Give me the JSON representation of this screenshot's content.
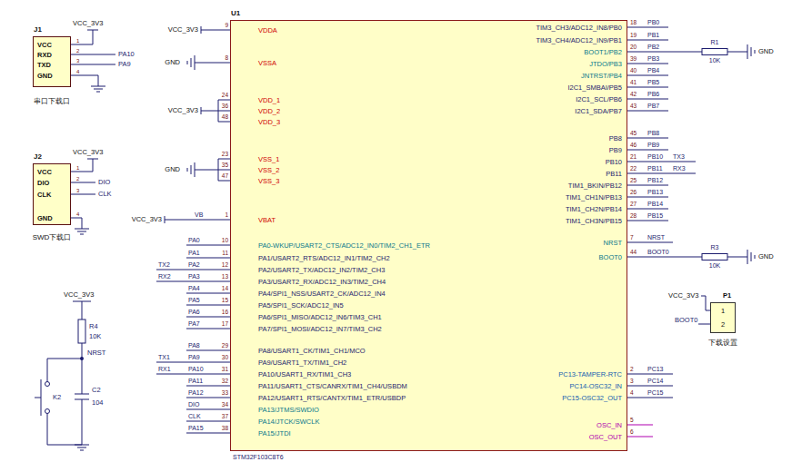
{
  "diagram": {
    "nodes": [
      {
        "text": [
          "J1",
          "VCC",
          "RXD",
          "TXD",
          "GND"
        ]
      },
      {
        "text": [
          "J2",
          "VCC",
          "DIO",
          "CLK",
          "GND"
        ]
      },
      {
        "text": [
          "U1",
          "VDDA",
          "VSSA",
          "VDD_1",
          "VDD_2",
          "VDD_3",
          "VSS_1",
          "VSS_2",
          "VSS_3",
          "VBAT",
          "PA0-WKUP/USART2_CTS/ADC12_IN0/TIM2_CH1_ETR",
          "PA1/USART2_RTS/ADC12_IN1/TIM2_CH2",
          "PA2/USART2_TX/ADC12_IN2/TIM2_CH3",
          "PA3/USART2_RX/ADC12_IN3/TIM2_CH4",
          "PA4/SPI1_NSS/USART2_CK/ADC12_IN4",
          "PA5/SPI1_SCK/ADC12_IN5",
          "PA6/SPI1_MISO/ADC12_IN6/TIM3_CH1",
          "PA7/SPI1_MOSI/ADC12_IN7/TIM3_CH2",
          "PA8/USART1_CK/TIM1_CH1/MCO",
          "PA9/USART1_TX/TIM1_CH2",
          "PA10/USART1_RX/TIM1_CH3",
          "PA11/USART1_CTS/CANRX/TIM1_CH4/USBDM",
          "PA12/USART1_RTS/CANTX/TIM1_ETR/USBDP",
          "PA13/JTMS/SWDIO",
          "PA14/JTCK/SWCLK",
          "PA15/JTDI",
          "TIM3_CH3/ADC12_IN8/PB0",
          "TIM3_CH4/ADC12_IN9/PB1",
          "BOOT1/PB2",
          "JTDO/PB3",
          "JNTRST/PB4",
          "I2C1_SMBAI/PB5",
          "I2C1_SCL/PB6",
          "I2C1_SDA/PB7",
          "PB8",
          "PB9",
          "PB10",
          "PB11",
          "TIM1_BKIN/PB12",
          "TIM1_CH1N/PB13",
          "TIM1_CH2N/PB14",
          "TIM1_CH3N/PB15",
          "NRST",
          "BOOT0",
          "PC13-TAMPER-RTC",
          "PC14-OSC32_IN",
          "PC15-OSC32_OUT",
          "OSC_IN",
          "OSC_OUT",
          "STM32F103C8T6"
        ]
      },
      {
        "text": [
          "P1",
          "1",
          "2"
        ]
      }
    ],
    "labels": [
      "VCC_3V3",
      "1",
      "2",
      "3",
      "4",
      "PA10",
      "PA9",
      "串口下载口",
      "VCC_3V3",
      "1",
      "2",
      "3",
      "4",
      "DIO",
      "CLK",
      "SWD下载口",
      "VCC_3V3",
      "R4",
      "10K",
      "NRST",
      "K2",
      "C2",
      "104",
      "VCC_3V3",
      "GND",
      "VCC_3V3",
      "GND",
      "VCC_3V3",
      "VB",
      "9",
      "8",
      "24",
      "36",
      "48",
      "23",
      "35",
      "47",
      "1",
      "PA0",
      "PA1",
      "PA2",
      "PA3",
      "PA4",
      "PA5",
      "PA6",
      "PA7",
      "PA8",
      "PA9",
      "PA10",
      "PA11",
      "PA12",
      "DIO",
      "CLK",
      "PA15",
      "TX2",
      "RX2",
      "TX1",
      "RX1",
      "10",
      "11",
      "12",
      "13",
      "14",
      "15",
      "16",
      "17",
      "29",
      "30",
      "31",
      "32",
      "33",
      "34",
      "37",
      "38",
      "18",
      "19",
      "20",
      "39",
      "40",
      "41",
      "42",
      "43",
      "45",
      "46",
      "21",
      "22",
      "25",
      "26",
      "27",
      "28",
      "PB0",
      "PB1",
      "PB2",
      "PB3",
      "PB4",
      "PB5",
      "PB6",
      "PB7",
      "PB8",
      "PB9",
      "PB10",
      "PB11",
      "PB12",
      "PB13",
      "PB14",
      "PB15",
      "TX3",
      "RX3",
      "R1",
      "10K",
      "GND",
      "7",
      "44",
      "NRST",
      "BOOT0",
      "R3",
      "10K",
      "GND",
      "2",
      "3",
      "4",
      "PC13",
      "PC14",
      "PC15",
      "5",
      "6",
      "VCC_3V3",
      "BOOT0",
      "下载设置"
    ]
  }
}
